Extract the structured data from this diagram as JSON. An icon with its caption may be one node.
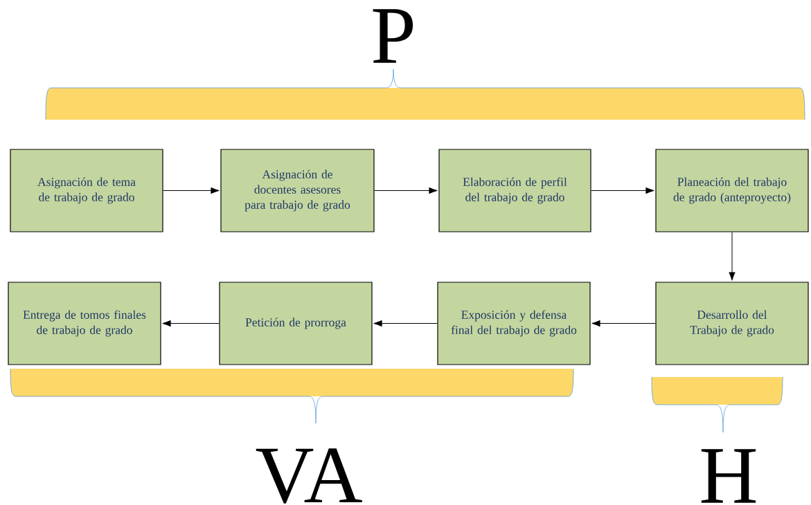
{
  "diagram": {
    "nodes": [
      {
        "text": [
          "Asignación de tema de trabajo de grado"
        ]
      },
      {
        "text": [
          "Asignación de docentes asesores para trabajo de grado"
        ]
      },
      {
        "text": [
          "Elaboración de perfil del trabajo de grado"
        ]
      },
      {
        "text": [
          "Planeación del trabajo de grado (anteproyecto)"
        ]
      },
      {
        "text": [
          "Desarrollo del Trabajo de grado"
        ]
      },
      {
        "text": [
          "Exposición y defensa final del trabajo de grado"
        ]
      },
      {
        "text": [
          "Petición de prorroga"
        ]
      },
      {
        "text": [
          "Entrega de tomos finales de trabajo de grado"
        ]
      }
    ],
    "edges": [
      {
        "from": 0,
        "to": 1,
        "arrow": "to"
      },
      {
        "from": 1,
        "to": 2,
        "arrow": "to"
      },
      {
        "from": 2,
        "to": 3,
        "arrow": "to"
      },
      {
        "from": 3,
        "to": 4,
        "arrow": "to"
      },
      {
        "from": 4,
        "to": 5,
        "arrow": "to"
      },
      {
        "from": 5,
        "to": 6,
        "arrow": "to"
      },
      {
        "from": 6,
        "to": 7,
        "arrow": "to"
      }
    ],
    "labels": [
      "P",
      "VA",
      "H"
    ]
  }
}
